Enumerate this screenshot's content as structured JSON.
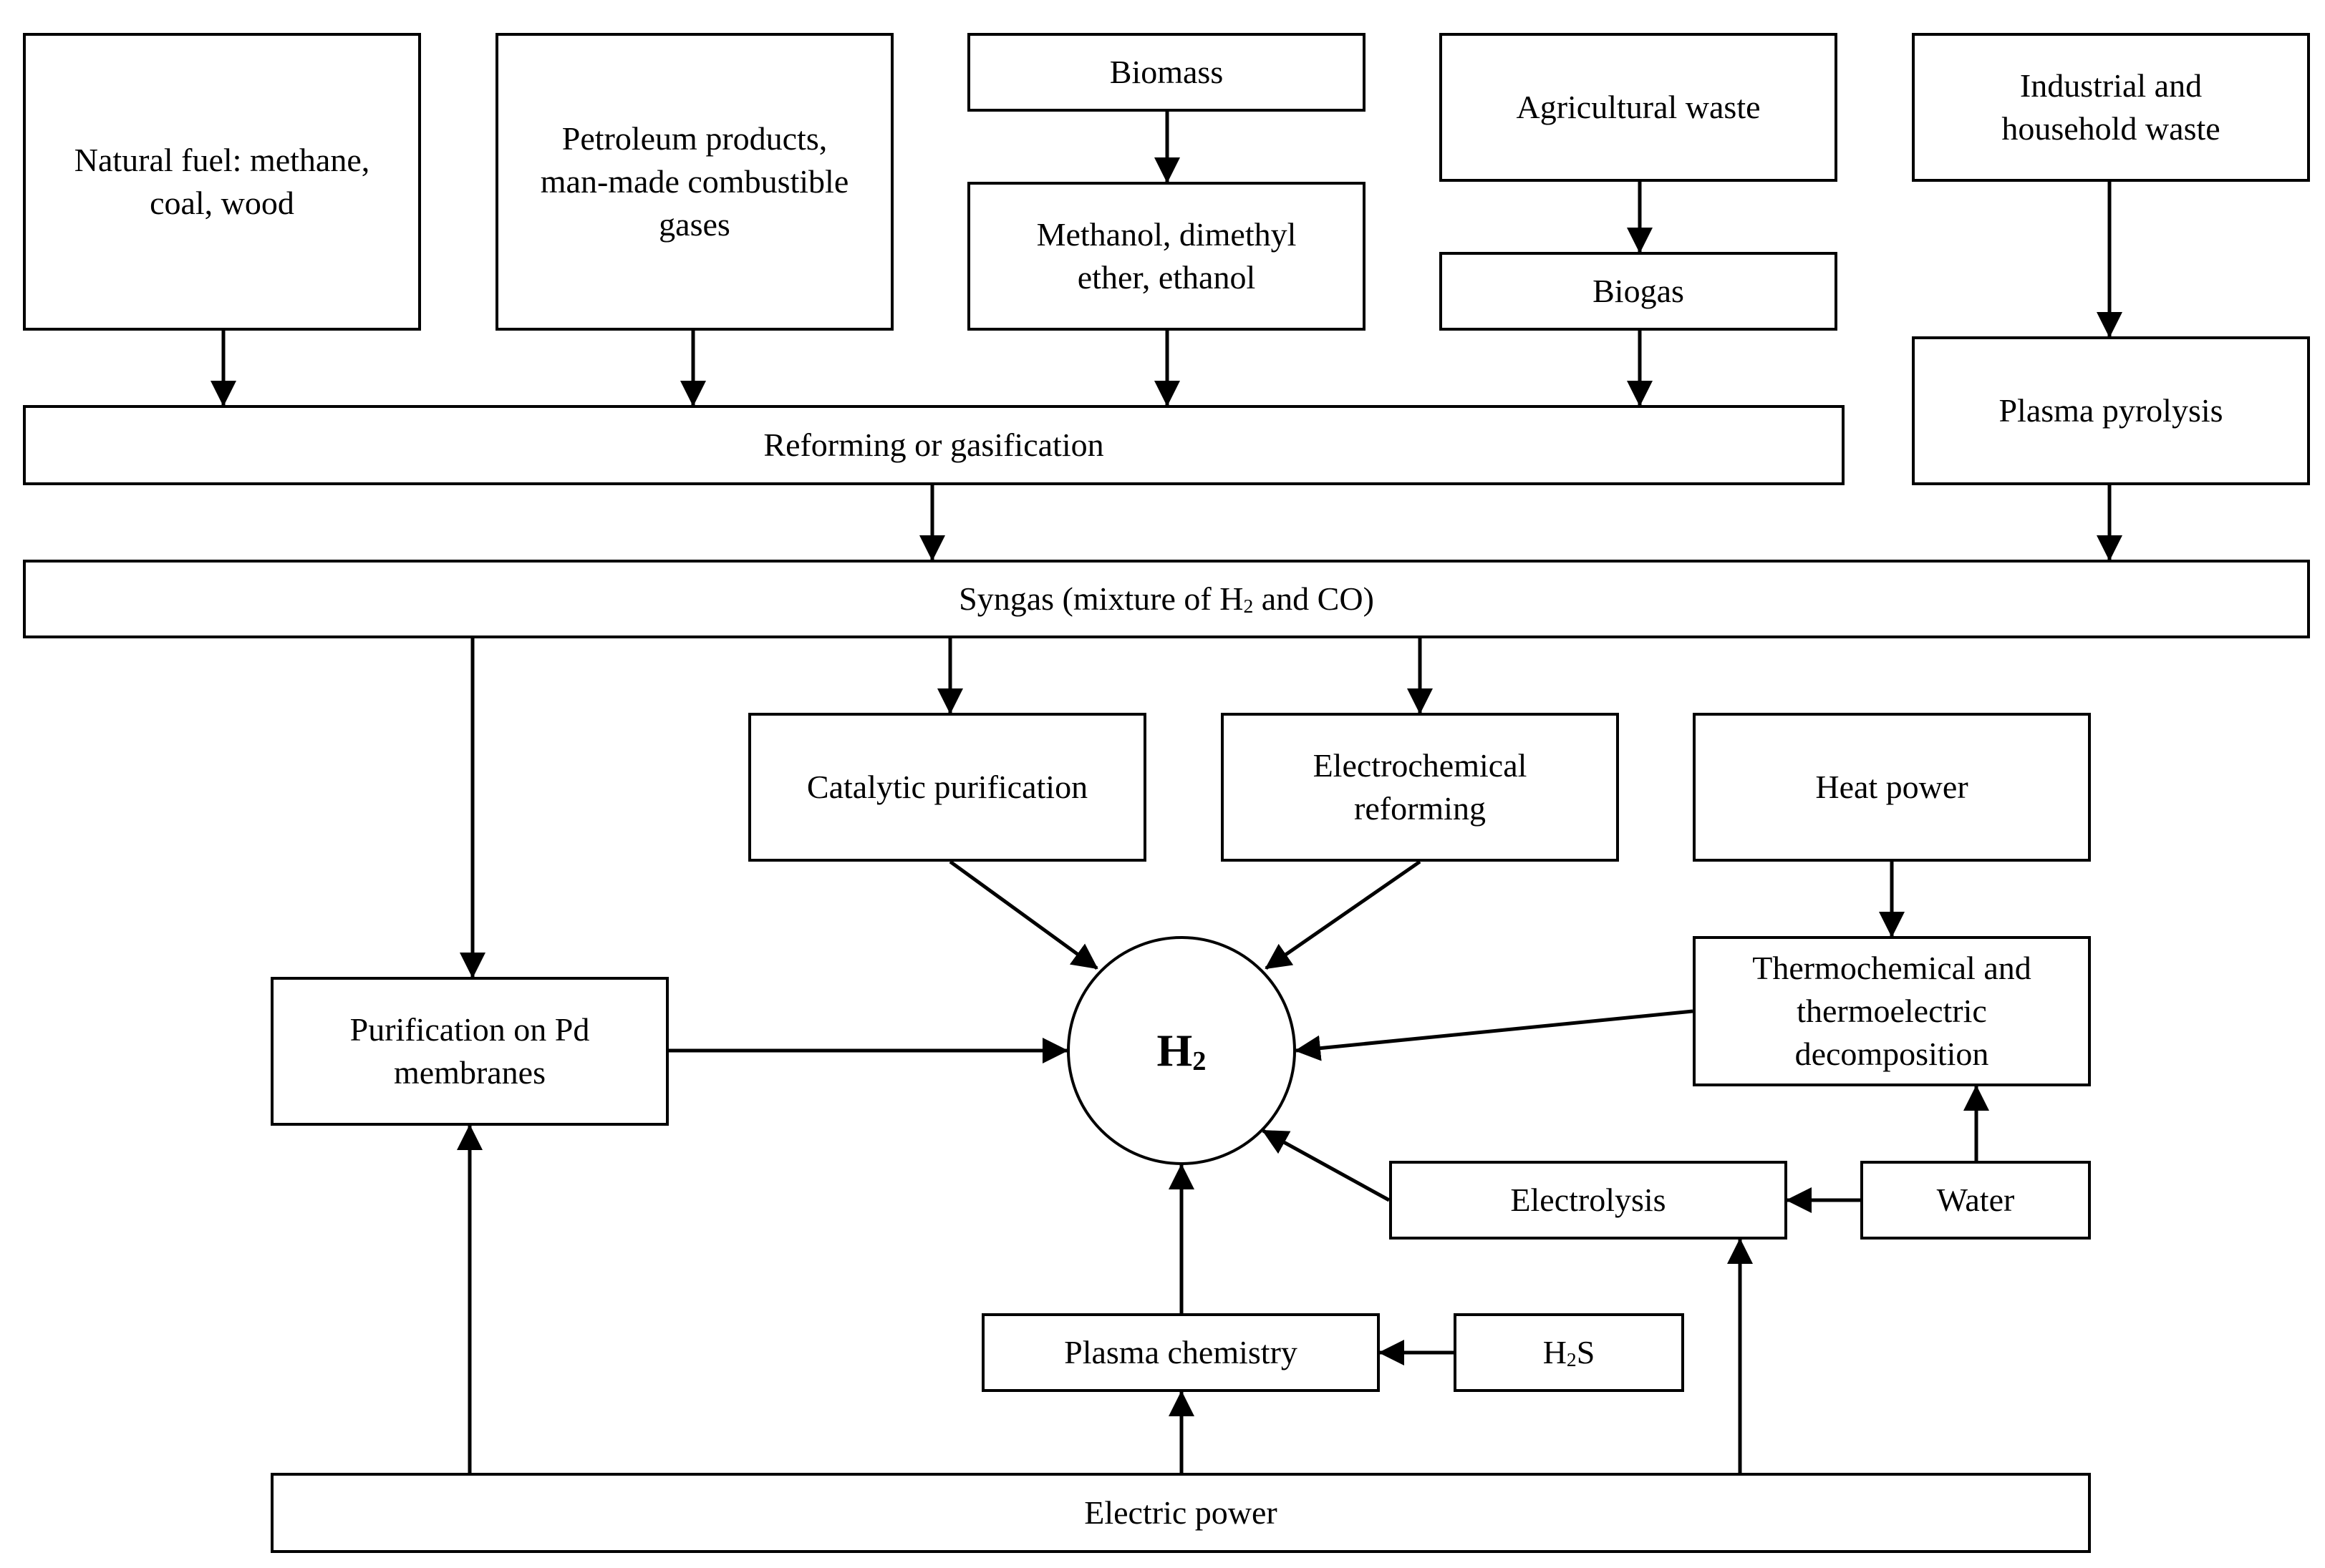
{
  "nodes": {
    "natural_fuel": "Natural fuel: methane,\ncoal, wood",
    "petroleum": "Petroleum products,\nman-made combustible\ngases",
    "biomass": "Biomass",
    "methanol": "Methanol, dimethyl\nether, ethanol",
    "agricultural_waste": "Agricultural waste",
    "biogas": "Biogas",
    "industrial_waste": "Industrial and\nhousehold waste",
    "plasma_pyrolysis": "Plasma pyrolysis",
    "reforming": "Reforming or gasification",
    "syngas_pre": "Syngas (mixture of H",
    "syngas_sub": "2",
    "syngas_post": " and CO)",
    "catalytic": "Catalytic purification",
    "electrochemical": "Electrochemical\nreforming",
    "heat_power": "Heat power",
    "thermochemical": "Thermochemical and\nthermoelectric\ndecomposition",
    "purification_pd": "Purification on Pd\nmembranes",
    "h2_main": "H",
    "h2_sub": "2",
    "electrolysis": "Electrolysis",
    "water": "Water",
    "plasma_chemistry": "Plasma chemistry",
    "h2s_pre": "H",
    "h2s_sub": "2",
    "h2s_post": "S",
    "electric_power": "Electric power"
  }
}
